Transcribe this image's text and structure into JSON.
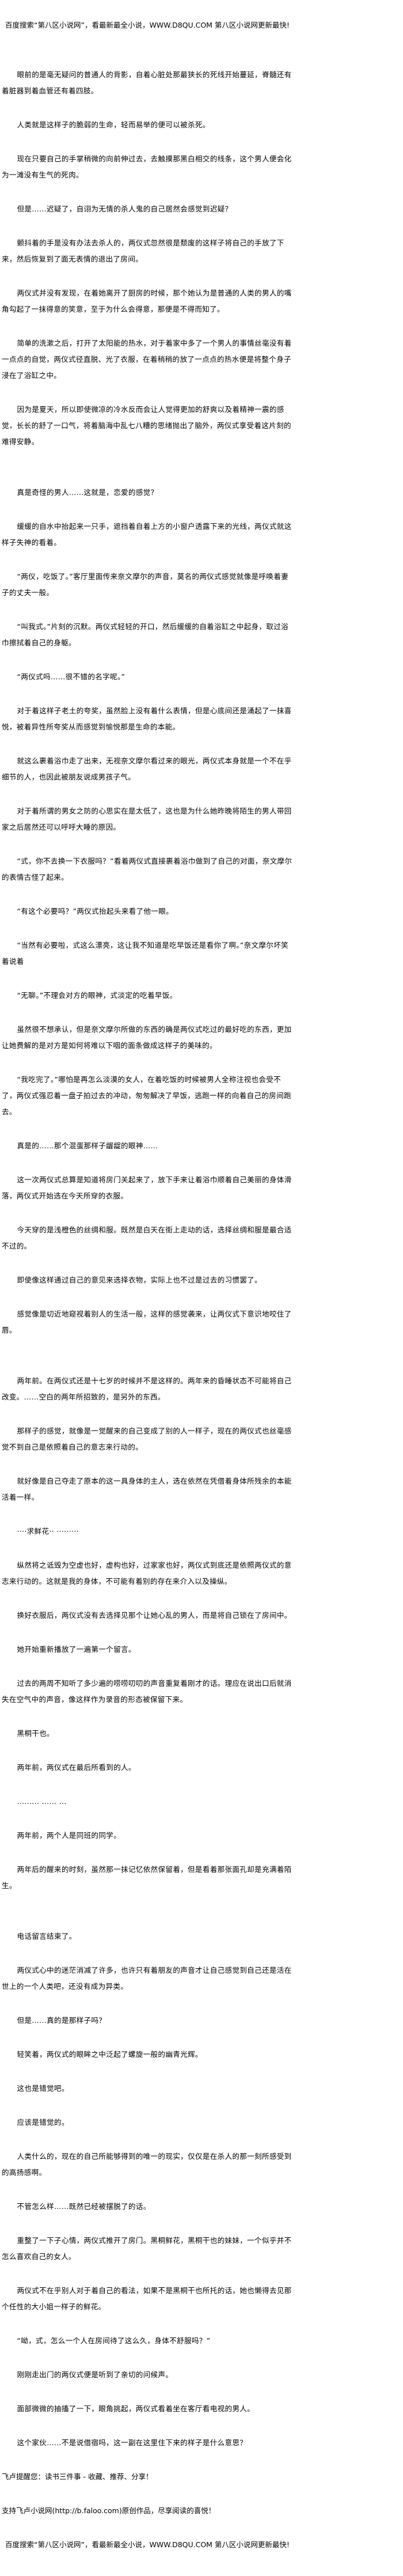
{
  "header_banner": "百度搜索“第八区小说网”，看最新最全小说，WWW.D8QU.COM  第八区小说网更新最快!",
  "paragraphs": [
    "眼前的是毫无疑问的普通人的背影，自着心脏处那最狭长的死线开始蔓延，脊髓还有着脏器到着血管还有着四肢。",
    "人类就是这样子的脆弱的生命，轻而易举的便可以被杀死。",
    "现在只要自己的手掌稍微的向前伸过去，去触摸那黑白相交的线条，这个男人便会化为一滩没有生气的死肉。",
    "但是……迟疑了，自诩为无情的杀人鬼的自己居然会感觉到迟疑？",
    "颤抖着的手是没有办法去杀人的，两仪式忽然很是颓废的这样子将自己的手放了下来，然后恢复到了面无表情的退出了房间。",
    "两仪式并没有发现，在着她离开了厨房的时候，那个她认为是普通的人类的男人的嘴角勾起了一抹得意的笑意，至于为什么会得意，那便是不得而知了。",
    "简单的洗漱之后，打开了太阳能的热水，对于着家中多了一个男人的事情丝毫没有着一点点的自觉，两仪式径直脱、光了衣服，在着稍稍的放了一点点的热水便是将整个身子浸在了浴缸之中。",
    "因为是夏天，所以即使微凉的冷水反而会让人觉得更加的舒爽以及着精神一震的感觉，长长的舒了一口气，将着脑海中乱七八糟的思绪抛出了脑外，两仪式享受着这片刻的难得安静。",
    "真是奇怪的男人……这就是，恋爱的感觉？",
    "缓缓的自水中抬起来一只手，遮挡着自着上方的小窗户透露下来的光线，两仪式就这样子失神的看着。",
    "“两仪，吃饭了。”客厅里面传来奈文摩尔的声音，莫名的两仪式感觉就像是呼唤着妻子的丈夫一般。",
    "“叫我式。”片刻的沉默。两仪式轻轻的开口，然后缓缓的自着浴缸之中起身，取过浴巾擦拭着自己的身躯。",
    "“两仪式吗……很不错的名字呢。”",
    "对于着这样子老土的夸奖，虽然脸上没有着什么表情，但是心底间还是涌起了一抹喜悦，被着异性所夸奖从而感觉到愉悦那是生命的本能。",
    "就这么裹着浴巾走了出来，无视奈文摩尔看过来的眼光，两仪式本身就是一个不在乎细节的人，也因此被朋友说成男孩子气。",
    "对于着所谓的男女之防的心思实在是太低了，这也是为什么她昨晚将陌生的男人带回家之后居然还可以呼呼大睡的原因。",
    "“式，你不去换一下衣服吗？”看着两仪式直接裹着浴巾做到了自己的对面，奈文摩尔的表情古怪了起来。",
    "“有这个必要吗？”两仪式抬起头来看了他一眼。",
    "“当然有必要啦，式这么漂亮，这让我不知道是吃早饭还是看你了啊。”奈文摩尔坏笑着说着",
    "“无聊。”不理会对方的眼神，式淡定的吃着早饭。",
    "虽然很不想承认，但是奈文摩尔所做的东西的确是两仪式吃过的最好吃的东西，更加让她费解的是对方是如何将难以下咽的面条做成这样子的美味的。",
    "“我吃完了。”哪怕是再怎么淡漠的女人，在着吃饭的时候被男人全称注视也会受不了，两仪式强忍着一盘子拍过去的冲动，匆匆解决了早饭，逃跑一样的向着自己的房间跑去。",
    "真是的……那个混蛋那样子龌龊的眼神……",
    "这一次两仪式总算是知道将房门关起来了，放下手来让着浴巾顺着自己美丽的身体滑落，两仪式开始选在今天所穿的衣服。",
    "今天穿的是浅橙色的丝绸和服。既然是白天在街上走动的话，选择丝绸和服是最合适不过的。",
    "即使像这样通过自己的意见来选择衣物，实际上也不过是过去的习惯罢了。",
    "感觉像是切近地窥视着别人的生活一般，这样的感觉袭来，让两仪式下意识地咬住了唇。",
    "两年前。在两仪式还是十七岁的时候并不是这样的。两年来的昏睡状态不可能将自己改变。……空白的两年所招致的，是另外的东西。",
    "那样子的感觉，就像是一觉醒来的自己变成了别的人一样子，现在的两仪式也丝毫感觉不到自己是依照着自己的意志来行动的。",
    "就好像是自己夺走了原本的这一具身体的主人，选在依然在凭借着身体所残余的本能活着一样。",
    "····求鲜花··  ·········",
    "纵然将之诋毁为空虚也好，虚构也好，过家家也好，两仪式到底还是依照两仪式的意志来行动的。这就是我的身体，不可能有着别的存在来介入以及操纵。",
    "换好衣服后，两仪式没有去选择见那个让她心乱的男人，而是将自己锁在了房间中。",
    "她开始重新播放了一遍第一个留言。",
    "过去的两周不知听了多少遍的唠唠叨叨的声音重复着刚才的话。理应在说出口后就消失在空气中的声音，像这样作为录音的形态被保留下来。",
    "黑桐干也。",
    "两年前，两仪式在最后所看到的人。",
    "......... ...... ...",
    "两年前，两个人是同班的同学。",
    "两年后的醒来的时刻，虽然那一抹记忆依然保留着，但是看着那张面孔却是充满着陌生。",
    "电话留言结束了。",
    "两仪式心中的迷茫消减了许多，也许只有着朋友的声音才让自己感觉到自己还是活在世上的一个人类吧，还没有成为异类。",
    "但是……真的是那样子吗？",
    "轻笑着，两仪式的眼眸之中泛起了螺旋一般的幽青光辉。",
    "这也是错觉吧。",
    "应该是错觉的。",
    "人类什么的，现在的自己所能够得到的唯一的现实，仅仅是在杀人的那一刻所感受到的高扬感啊。",
    "不管怎么样……既然已经被摆脱了的话。",
    "重整了一下子心情，两仪式推开了房门。黑桐鲜花，黑桐干也的妹妹，一个似乎并不怎么喜欢自己的女人。",
    "两仪式不在乎别人对于着自己的看法，如果不是黑桐干也所托的话，她也懒得去见那个任性的大小姐一样子的鲜花。",
    "“呦，式，怎么一个人在房间待了这么久，身体不舒服吗？”",
    "刚刚走出门的两仪式便是听到了亲切的问候声。",
    "面部微微的抽搐了一下，眼角挑起，两仪式看着坐在客厅看电视的男人。",
    "这个家伙……不是说借宿吗，这一副在这里住下来的样子是什么意思？"
  ],
  "footer": {
    "reminder": "飞卢提醒您：读书三件事 - 收藏、推荐、分享！",
    "support": "支持飞卢小说网(http://b.faloo.com)原创作品，尽享阅读的喜悦！",
    "banner": "百度搜索“第八区小说网”，看最新最全小说，WWW.D8QU.COM  第八区小说网更新最快!"
  }
}
